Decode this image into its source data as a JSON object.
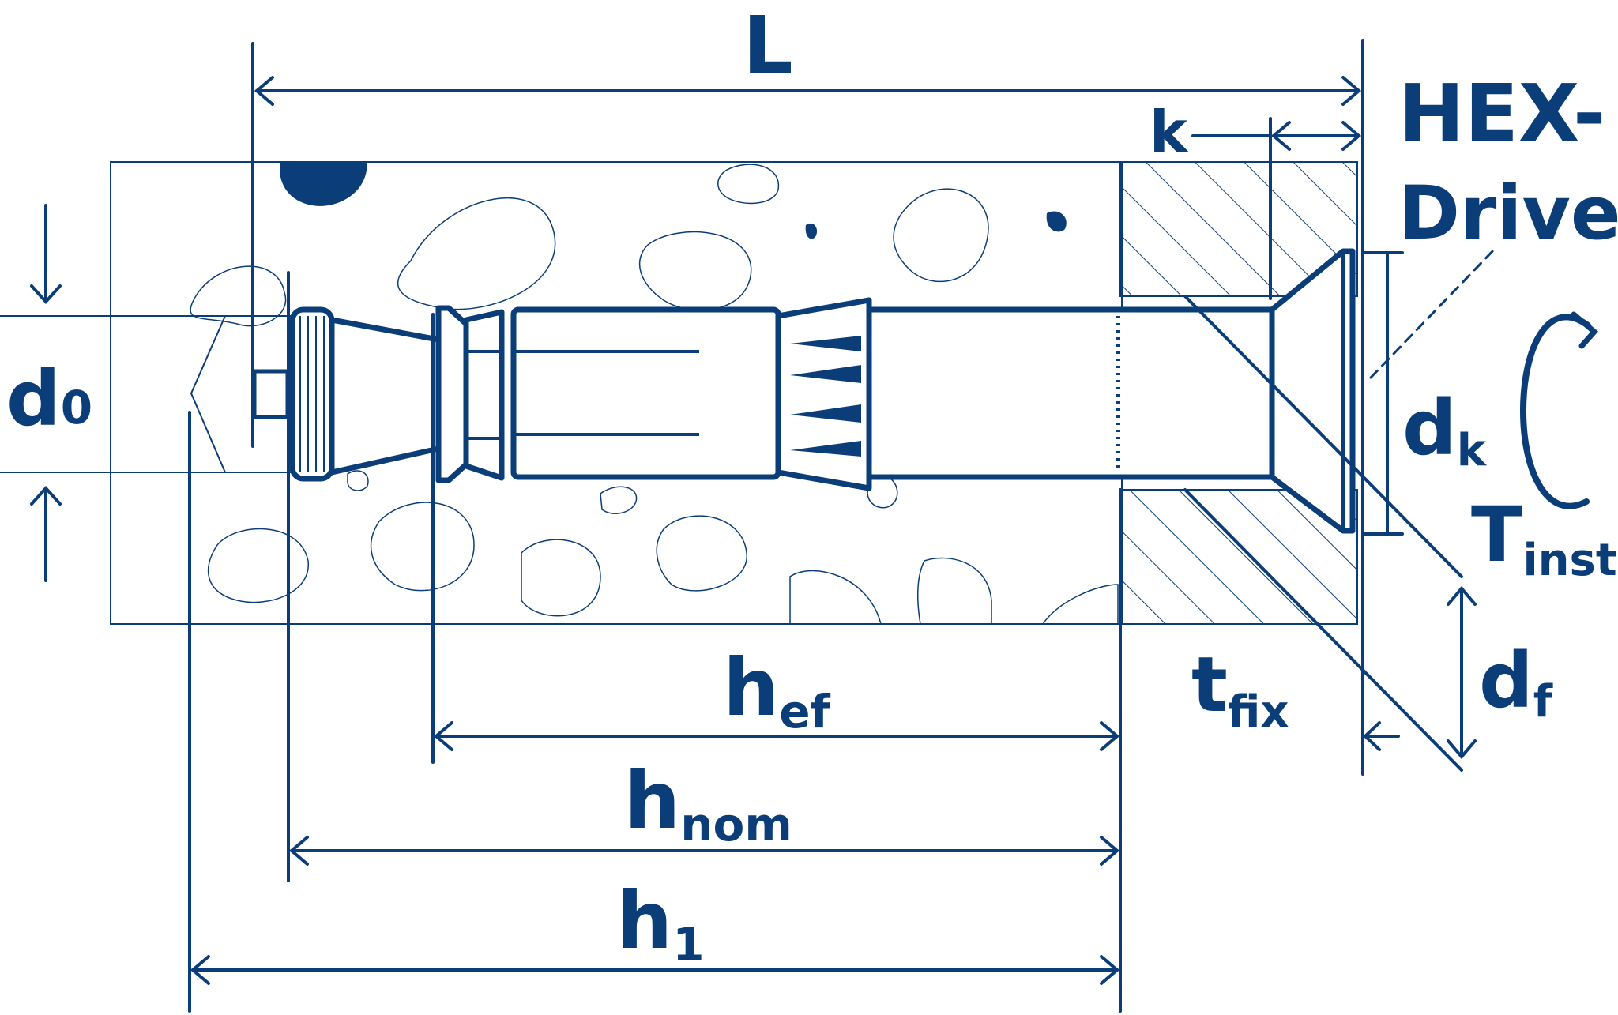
{
  "colors": {
    "primary": "#0b3d78",
    "background": "#ffffff"
  },
  "labels": {
    "L": "L",
    "k": "k",
    "hex_line1": "HEX-",
    "hex_line2": "Drive",
    "d0_main": "d",
    "d0_sub": "0",
    "dk_main": "d",
    "dk_sub": "k",
    "tinst_main": "T",
    "tinst_sub": "inst",
    "df_main": "d",
    "df_sub": "f",
    "tfix_main": "t",
    "tfix_sub": "fix",
    "hef_main": "h",
    "hef_sub": "ef",
    "hnom_main": "h",
    "hnom_sub": "nom",
    "h1_main": "h",
    "h1_sub": "1"
  },
  "icons": {
    "rotation": "clockwise-rotation-arrow-icon"
  }
}
